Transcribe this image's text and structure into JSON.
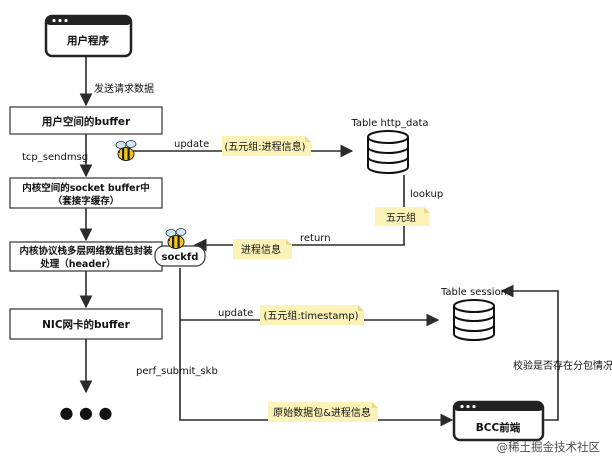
{
  "nodes": {
    "user_program": "用户程序",
    "user_buffer": "用户空间的buffer",
    "socket_buffer_line1": "内核空间的socket buffer中",
    "socket_buffer_line2": "（套接字缓存）",
    "protocol_stack_line1": "内核协议栈多层网络数据包封装",
    "protocol_stack_line2": "处理（header）",
    "nic_buffer": "NIC网卡的buffer",
    "ellipsis": "● ● ●",
    "bcc_frontend": "BCC前端",
    "sockfd": "sockfd"
  },
  "tables": {
    "http_data": "Table http_data",
    "session": "Table session"
  },
  "edge_labels": {
    "send_request": "发送请求数据",
    "tcp_sendmsg": "tcp_sendmsg",
    "update_top": "update",
    "lookup": "lookup",
    "return": "return",
    "update_mid": "update",
    "perf_submit_skb": "perf_submit_skb",
    "check_fragment": "校验是否存在分包情况"
  },
  "notes": {
    "tuple_process": "(五元组:进程信息)",
    "tuple": "五元组",
    "process_info": "进程信息",
    "tuple_timestamp": "(五元组:timestamp)",
    "raw_packet": "原始数据包&进程信息"
  },
  "watermark": "@稀土掘金技术社区",
  "colors": {
    "note_fill": "#fdf3b8",
    "note_fold": "#e9d98a",
    "line": "#2b2b2b",
    "box_stroke": "#333333"
  }
}
